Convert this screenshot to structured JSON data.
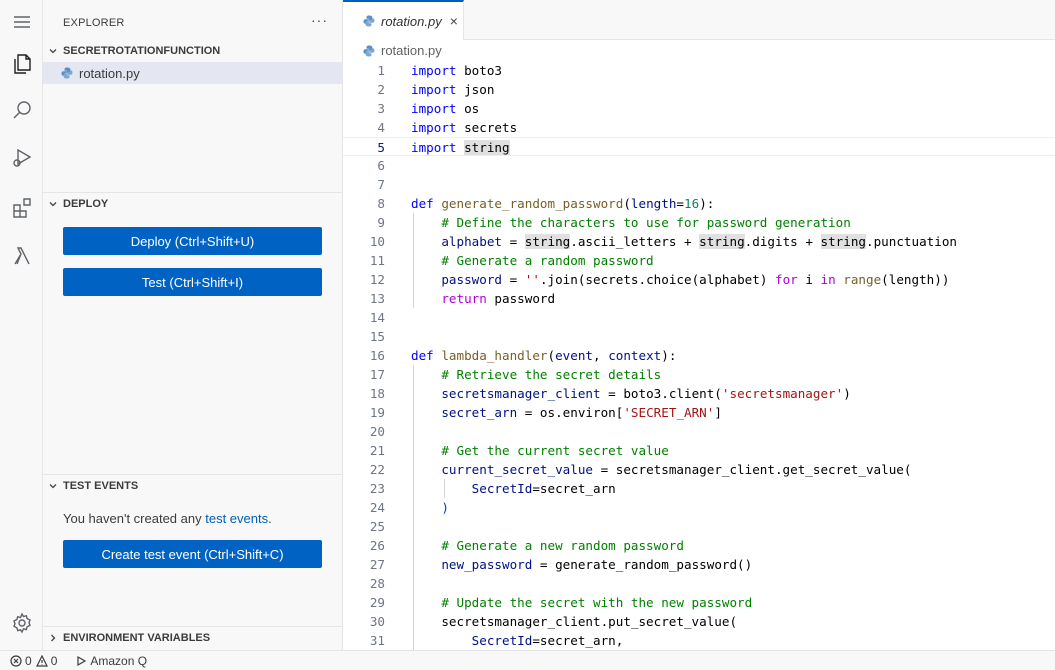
{
  "explorer": {
    "title": "EXPLORER",
    "more": "···",
    "project": "SECRETROTATIONFUNCTION",
    "file": "rotation.py"
  },
  "deploy": {
    "header": "DEPLOY",
    "deploy_label": "Deploy (Ctrl+Shift+U)",
    "test_label": "Test (Ctrl+Shift+I)"
  },
  "test_events": {
    "header": "TEST EVENTS",
    "info_prefix": "You haven't created any ",
    "info_link": "test events",
    "info_suffix": ".",
    "create_label": "Create test event (Ctrl+Shift+C)"
  },
  "env": {
    "header": "ENVIRONMENT VARIABLES"
  },
  "editor": {
    "tab": "rotation.py",
    "close": "×",
    "breadcrumb": "rotation.py",
    "active_line": 5,
    "lines": [
      [
        [
          "kw",
          "import"
        ],
        [
          "pl",
          " boto3"
        ]
      ],
      [
        [
          "kw",
          "import"
        ],
        [
          "pl",
          " json"
        ]
      ],
      [
        [
          "kw",
          "import"
        ],
        [
          "pl",
          " os"
        ]
      ],
      [
        [
          "kw",
          "import"
        ],
        [
          "pl",
          " secrets"
        ]
      ],
      [
        [
          "kw",
          "import"
        ],
        [
          "pl",
          " "
        ],
        [
          "hl",
          "string"
        ]
      ],
      [],
      [],
      [
        [
          "kw",
          "def"
        ],
        [
          "pl",
          " "
        ],
        [
          "fn",
          "generate_random_password"
        ],
        [
          "pl",
          "("
        ],
        [
          "tx",
          "length"
        ],
        [
          "pl",
          "="
        ],
        [
          "nm",
          "16"
        ],
        [
          "pl",
          "):"
        ]
      ],
      [
        [
          "pl",
          "    "
        ],
        [
          "cm",
          "# Define the characters to use for password generation"
        ]
      ],
      [
        [
          "pl",
          "    "
        ],
        [
          "tx",
          "alphabet"
        ],
        [
          "pl",
          " = "
        ],
        [
          "hl",
          "string"
        ],
        [
          "pl",
          ".ascii_letters + "
        ],
        [
          "hl",
          "string"
        ],
        [
          "pl",
          ".digits + "
        ],
        [
          "hl",
          "string"
        ],
        [
          "pl",
          ".punctuation"
        ]
      ],
      [
        [
          "pl",
          "    "
        ],
        [
          "cm",
          "# Generate a random password"
        ]
      ],
      [
        [
          "pl",
          "    "
        ],
        [
          "tx",
          "password"
        ],
        [
          "pl",
          " = "
        ],
        [
          "st",
          "''"
        ],
        [
          "pl",
          ".join(secrets.choice(alphabet) "
        ],
        [
          "kw2",
          "for"
        ],
        [
          "pl",
          " i "
        ],
        [
          "kw2",
          "in"
        ],
        [
          "pl",
          " "
        ],
        [
          "fn",
          "range"
        ],
        [
          "pl",
          "(length))"
        ]
      ],
      [
        [
          "pl",
          "    "
        ],
        [
          "kw2",
          "return"
        ],
        [
          "pl",
          " password"
        ]
      ],
      [],
      [],
      [
        [
          "kw",
          "def"
        ],
        [
          "pl",
          " "
        ],
        [
          "fn",
          "lambda_handler"
        ],
        [
          "pl",
          "("
        ],
        [
          "tx",
          "event"
        ],
        [
          "pl",
          ", "
        ],
        [
          "tx",
          "context"
        ],
        [
          "pl",
          "):"
        ]
      ],
      [
        [
          "pl",
          "    "
        ],
        [
          "cm",
          "# Retrieve the secret details"
        ]
      ],
      [
        [
          "pl",
          "    "
        ],
        [
          "tx",
          "secretsmanager_client"
        ],
        [
          "pl",
          " = boto3.client("
        ],
        [
          "st",
          "'secretsmanager'"
        ],
        [
          "pl",
          ")"
        ]
      ],
      [
        [
          "pl",
          "    "
        ],
        [
          "tx",
          "secret_arn"
        ],
        [
          "pl",
          " = os.environ["
        ],
        [
          "st",
          "'SECRET_ARN'"
        ],
        [
          "pl",
          "]"
        ]
      ],
      [],
      [
        [
          "pl",
          "    "
        ],
        [
          "cm",
          "# Get the current secret value"
        ]
      ],
      [
        [
          "pl",
          "    "
        ],
        [
          "tx",
          "current_secret_value"
        ],
        [
          "pl",
          " = secretsmanager_client.get_secret_value("
        ]
      ],
      [
        [
          "pl",
          "        "
        ],
        [
          "tx",
          "SecretId"
        ],
        [
          "pl",
          "=secret_arn"
        ]
      ],
      [
        [
          "pl",
          "    "
        ],
        [
          "bk1",
          ")"
        ]
      ],
      [],
      [
        [
          "pl",
          "    "
        ],
        [
          "cm",
          "# Generate a new random password"
        ]
      ],
      [
        [
          "pl",
          "    "
        ],
        [
          "tx",
          "new_password"
        ],
        [
          "pl",
          " = generate_random_password()"
        ]
      ],
      [],
      [
        [
          "pl",
          "    "
        ],
        [
          "cm",
          "# Update the secret with the new password"
        ]
      ],
      [
        [
          "pl",
          "    "
        ],
        [
          "pl",
          "secretsmanager_client.put_secret_value("
        ]
      ],
      [
        [
          "pl",
          "        "
        ],
        [
          "tx",
          "SecretId"
        ],
        [
          "pl",
          "=secret_arn,"
        ]
      ]
    ]
  },
  "status": {
    "errors": "0",
    "warnings": "0",
    "amazon_q": "Amazon Q"
  }
}
